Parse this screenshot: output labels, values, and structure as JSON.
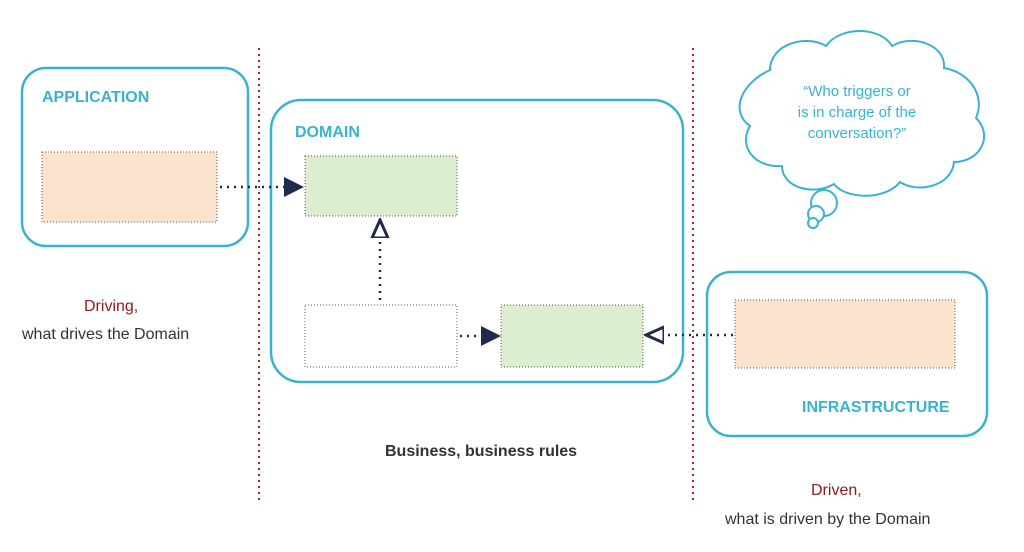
{
  "application": {
    "title": "APPLICATION"
  },
  "domain": {
    "title": "DOMAIN"
  },
  "infrastructure": {
    "title": "INFRASTRUCTURE"
  },
  "driving": {
    "heading": "Driving,",
    "caption": "what drives the Domain"
  },
  "business": {
    "caption": "Business, business rules"
  },
  "driven": {
    "heading": "Driven,",
    "caption": "what is driven by the Domain"
  },
  "cloud": {
    "lines": [
      "“Who triggers or",
      "is in charge of the",
      "conversation?”"
    ]
  },
  "colors": {
    "container_border": "#3ab2cf",
    "title_text": "#3ab2cf",
    "peach_fill": "#fbe3cd",
    "green_fill": "#dbeccf",
    "divider": "#a52a2a",
    "arrow": "#1f2a4d",
    "accent_text": "#8b1a1a"
  }
}
